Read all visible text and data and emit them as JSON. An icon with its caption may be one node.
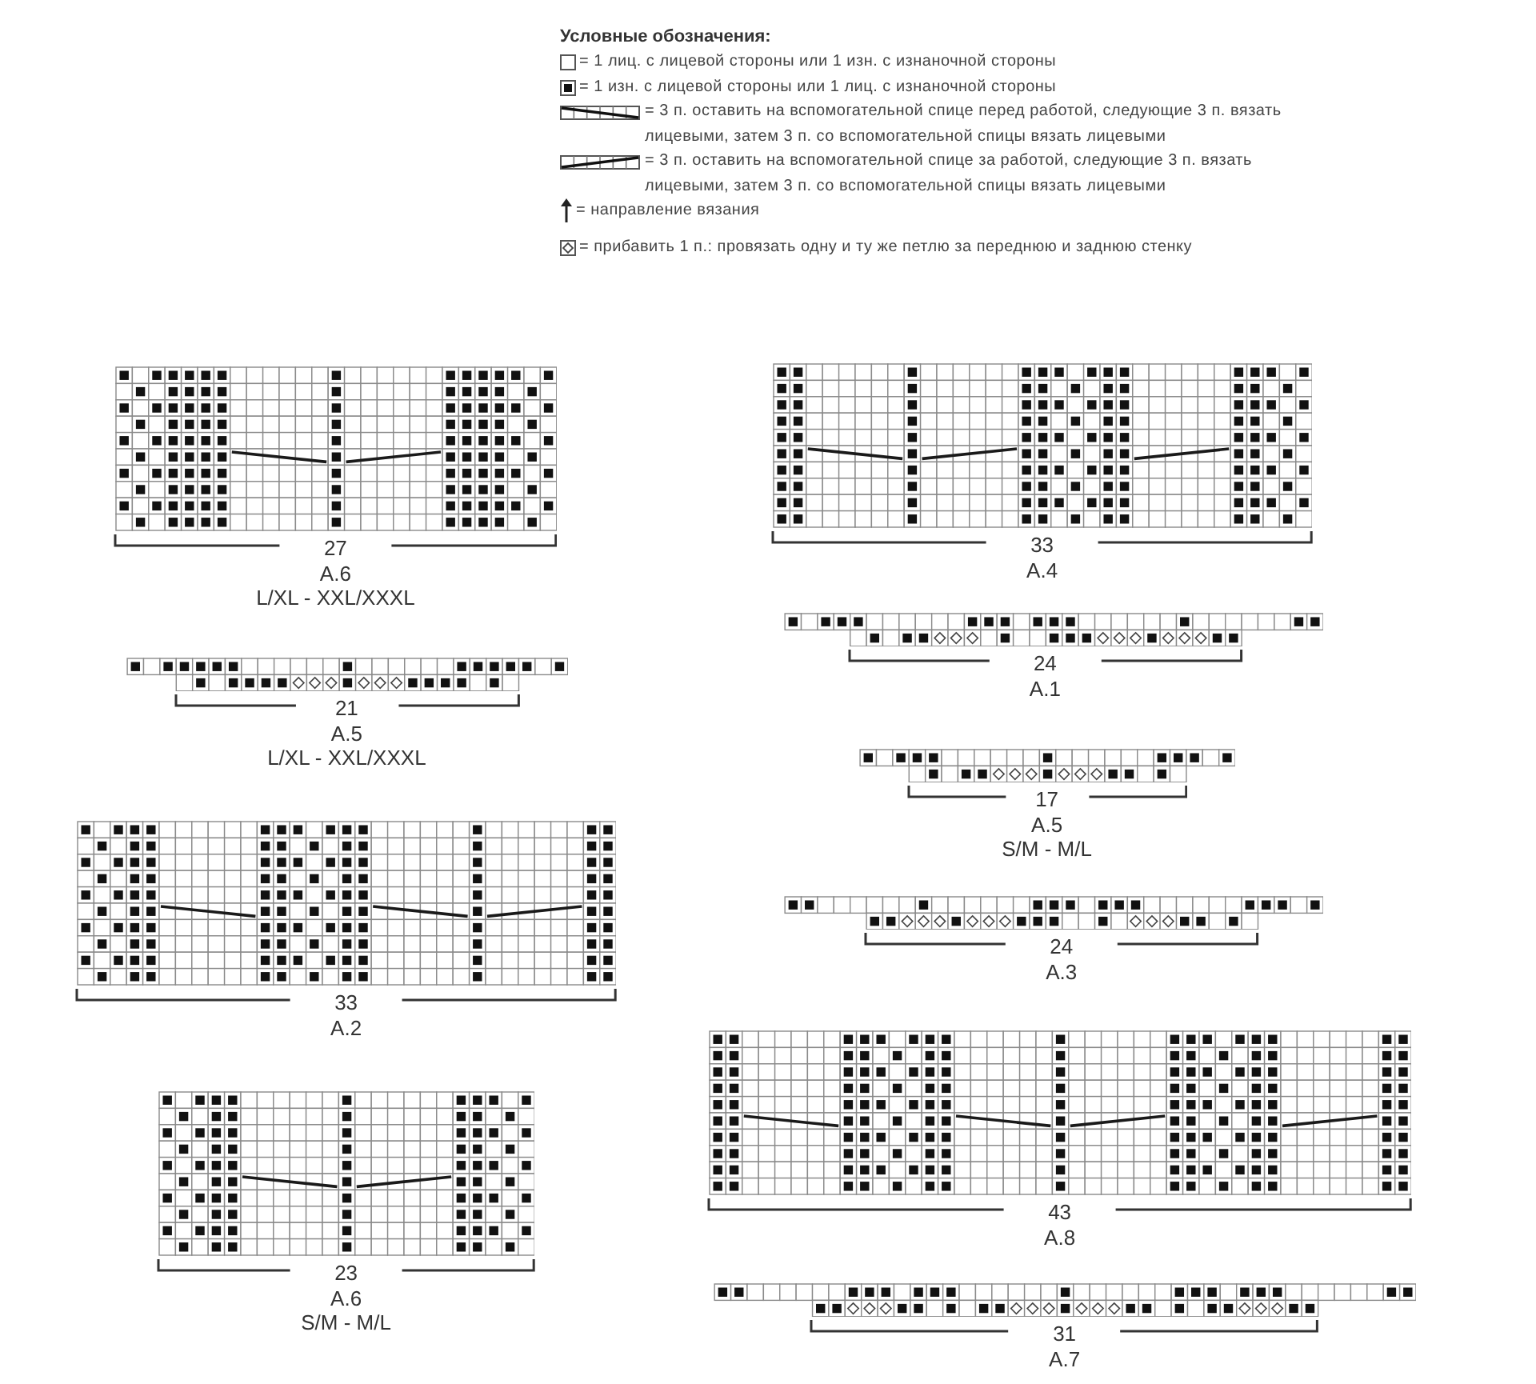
{
  "diagram": {
    "title": "Условные обозначения:",
    "legend": [
      {
        "text": "= 1 лиц. с лицевой стороны или 1 изн. с изнаночной стороны"
      },
      {
        "text": "= 1 изн. с лицевой стороны или 1 лиц. с изнаночной стороны"
      },
      {
        "text": "= 3 п. оставить на вспомогательной спице перед работой, следующие 3 п. вязать лицевыми, затем 3 п. со вспомогательной спицы вязать лицевыми"
      },
      {
        "text": "= 3 п. оставить на вспомогательной спице за работой, следующие 3 п. вязать лицевыми, затем 3 п. со вспомогательной спицы вязать лицевыми"
      },
      {
        "text": "= направление вязания"
      },
      {
        "text": "= прибавить 1 п.: провязать одну и ту же петлю за переднюю и заднюю стенку"
      }
    ],
    "labels": [
      "27",
      "A.6",
      "L/XL - XXL/XXXL",
      "21",
      "A.5",
      "L/XL - XXL/XXXL",
      "33",
      "A.2",
      "23",
      "A.6",
      "S/M - M/L",
      "33",
      "A.4",
      "24",
      "A.1",
      "17",
      "A.5",
      "S/M - M/L",
      "24",
      "A.3",
      "43",
      "A.8",
      "31",
      "A.7"
    ]
  }
}
